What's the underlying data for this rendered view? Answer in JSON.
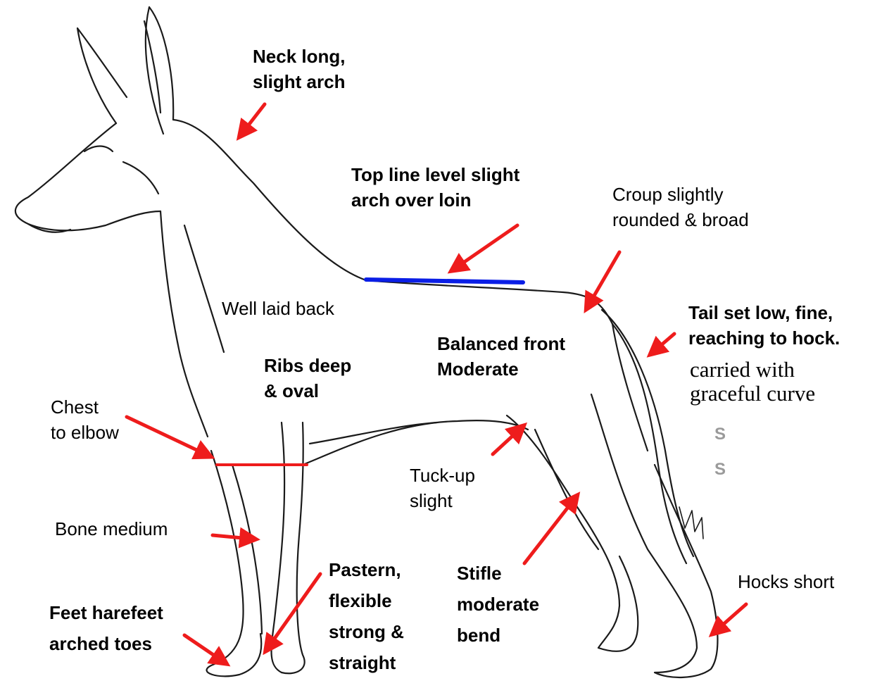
{
  "colors": {
    "arrow": "#ee1c1c",
    "topline": "#0a1ee6",
    "chest_line": "#ee1c1c",
    "outline": "#1a1a1a"
  },
  "labels": {
    "neck": [
      "Neck long,",
      "slight arch"
    ],
    "top_line": [
      "Top line level slight",
      "arch over loin"
    ],
    "croup": [
      "Croup slightly",
      "rounded & broad"
    ],
    "well_laid": "Well laid back",
    "tail_bold": [
      "Tail set low, fine,",
      "reaching to hock."
    ],
    "tail_serif": [
      "carried with",
      "graceful curve"
    ],
    "balanced": [
      "Balanced front",
      "Moderate"
    ],
    "ribs": [
      "Ribs deep",
      "& oval"
    ],
    "chest": [
      "Chest",
      "to elbow"
    ],
    "tuck": [
      "Tuck-up",
      "slight"
    ],
    "bone": "Bone medium",
    "pastern": [
      "Pastern,",
      "flexible",
      "strong &",
      "straight"
    ],
    "stifle": [
      "Stifle",
      "moderate",
      "bend"
    ],
    "hocks": "Hocks short",
    "feet": [
      "Feet harefeet",
      "arched toes"
    ],
    "faint_marks": [
      "S",
      "S"
    ]
  }
}
